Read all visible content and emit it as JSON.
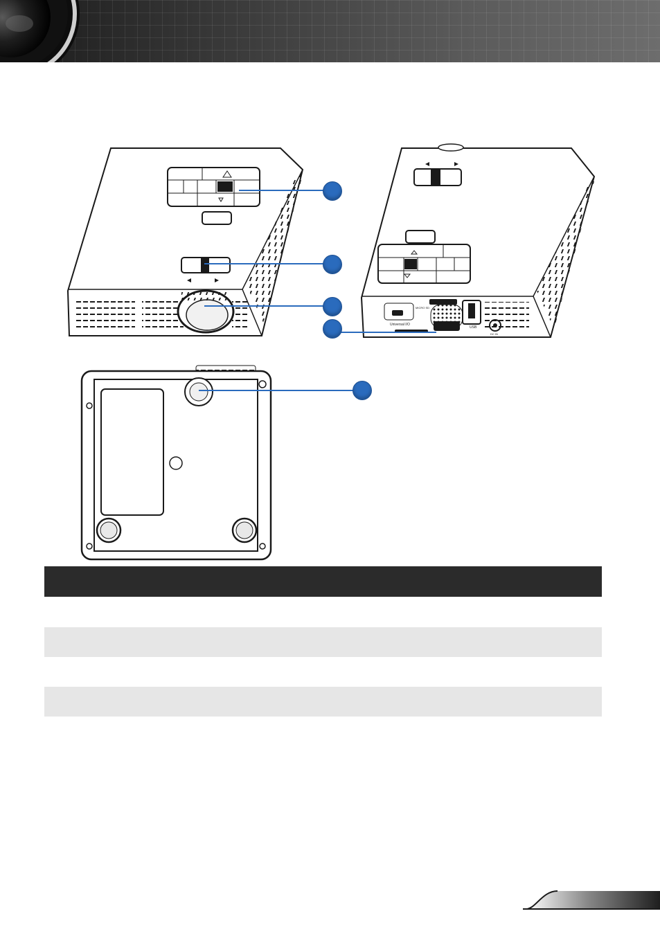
{
  "header": {
    "banner": "lens-banner"
  },
  "figures": {
    "top_front_view": "projector-top-front",
    "rear_view": "projector-rear",
    "bottom_view": "projector-bottom"
  },
  "callouts": [
    {
      "id": "callout-keypad"
    },
    {
      "id": "callout-focus-ring"
    },
    {
      "id": "callout-lens"
    },
    {
      "id": "callout-universal-io"
    },
    {
      "id": "callout-tripod-socket"
    }
  ],
  "ports": {
    "universal_io_label": "Universal I/O",
    "usb_label": "USB",
    "dc_label": "DC IN",
    "sd_label": "MICRO SD"
  },
  "colors": {
    "callout": "#2a6bbd",
    "table_header": "#2b2b2b",
    "row_shaded": "#e6e6e6"
  },
  "table": {
    "header": "",
    "rows": [
      "",
      "",
      "",
      ""
    ]
  },
  "footer": {
    "page_number": ""
  }
}
